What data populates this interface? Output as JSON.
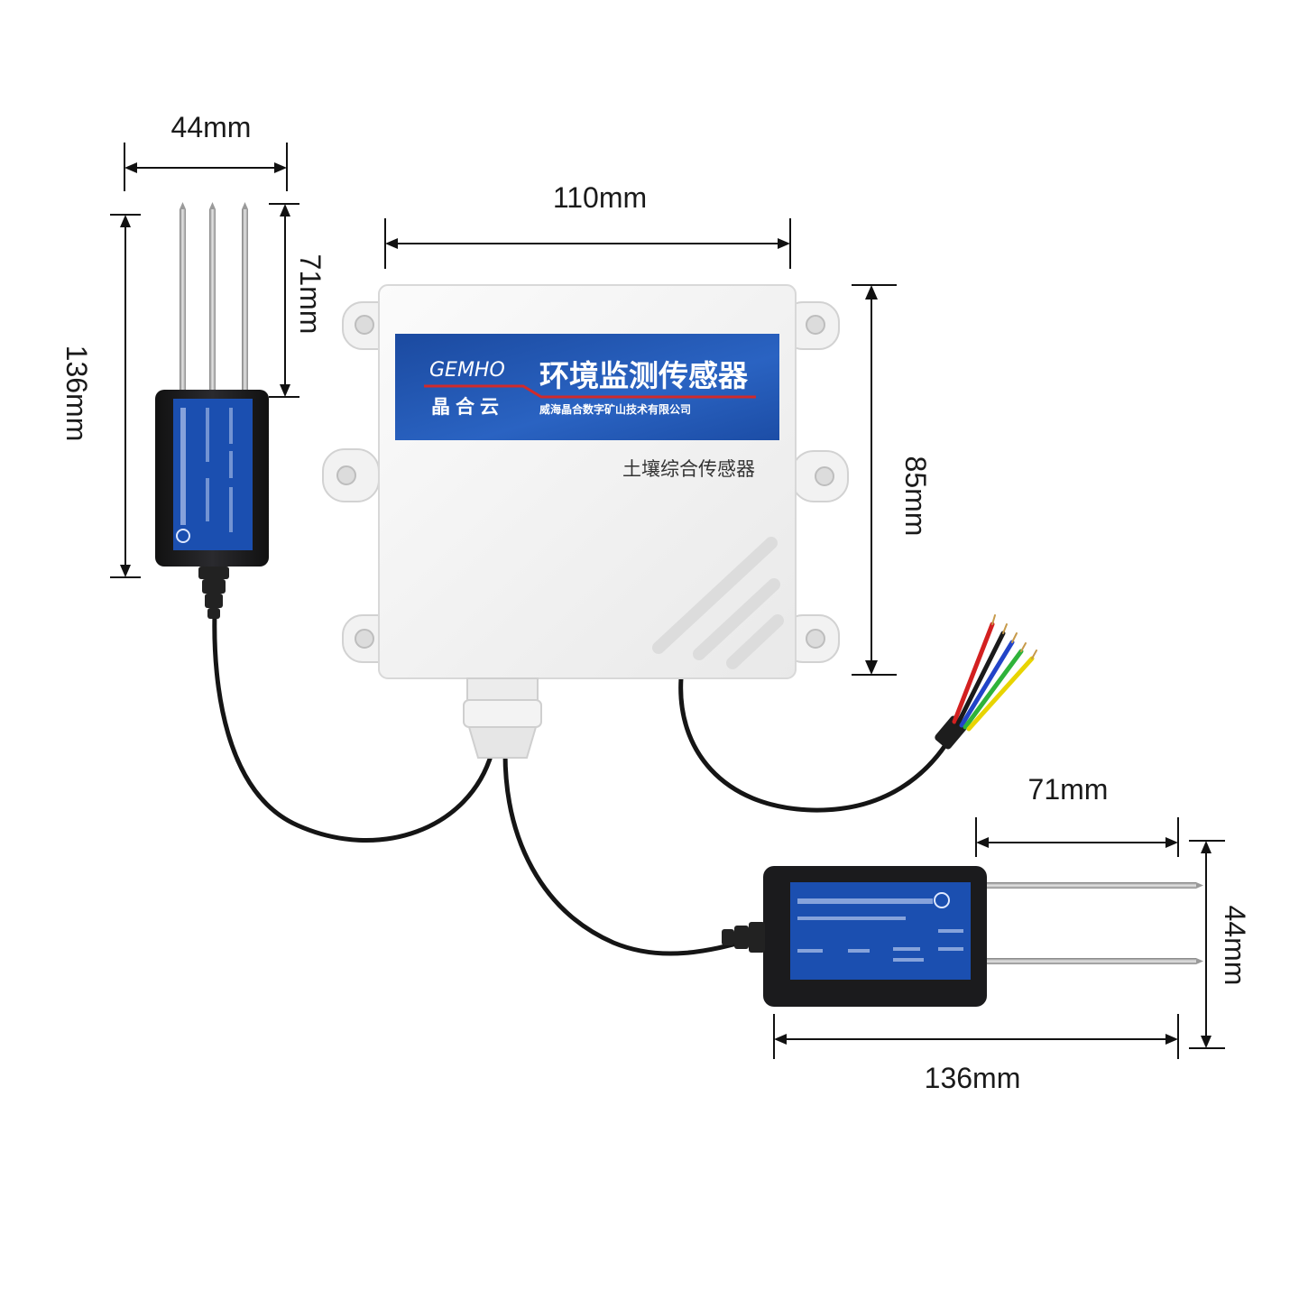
{
  "dimensions": {
    "probe_vertical_width": "44mm",
    "probe_vertical_pin_length": "71mm",
    "probe_vertical_total_length": "136mm",
    "enclosure_width": "110mm",
    "enclosure_height": "85mm",
    "probe_horizontal_pin_length": "71mm",
    "probe_horizontal_total_length": "136mm",
    "probe_horizontal_width": "44mm"
  },
  "enclosure_label": {
    "brand_en": "GEMHO",
    "brand_cn": "晶合云",
    "title": "环境监测传感器",
    "company": "威海晶合数字矿山技术有限公司",
    "model": "土壤综合传感器"
  },
  "colors": {
    "label_blue": "#1f4fa3",
    "label_stripe": "#d12a2a",
    "probe_body": "#1d1d1f",
    "probe_label": "#1b4fb0",
    "wire_red": "#d32020",
    "wire_black": "#1a1a1a",
    "wire_blue": "#2244c8",
    "wire_green": "#2fb33a",
    "wire_yellow": "#e8d400"
  }
}
